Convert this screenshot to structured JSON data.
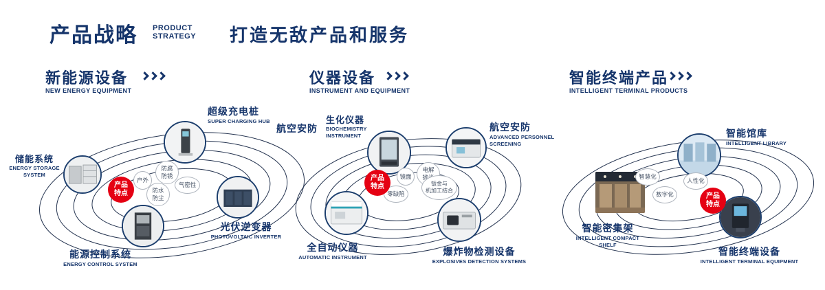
{
  "header": {
    "title": "产品战略",
    "subtitle": "PRODUCT\nSTRATEGY",
    "slogan": "打造无敌产品和服务"
  },
  "sections": {
    "new_energy": {
      "title": "新能源设备",
      "subtitle": "NEW ENERGY EQUIPMENT",
      "badge": "产品\n特点",
      "features": {
        "outdoor": "户外",
        "anti_corrosion": "防腐\n防锈",
        "air_tightness": "气密性",
        "waterproof_dustproof": "防水\n防尘"
      },
      "products": {
        "storage": {
          "name": "储能系统",
          "en": "ENERGY STORAGE\nSYSTEM"
        },
        "charging": {
          "name": "超级充电桩",
          "en": "SUPER CHARGING HUB"
        },
        "inverter": {
          "name": "光伏逆变器",
          "en": "PHOTOVOLTAIC INVERTER"
        },
        "control": {
          "name": "能源控制系统",
          "en": "ENERGY CONTROL SYSTEM"
        }
      }
    },
    "instrument": {
      "title": "仪器设备",
      "subtitle": "INSTRUMENT AND EQUIPMENT",
      "badge": "产品\n特点",
      "features": {
        "mirror": "镜面",
        "electro_polish": "电解\n抛光",
        "zero_defect": "零缺陷",
        "sheet_metal": "钣金与\n机加工结合"
      },
      "products": {
        "aviation_security": {
          "name": "航空安防"
        },
        "biochemistry": {
          "name": "生化仪器",
          "en": "BIOCHEMISTRY\nINSTRUMENT"
        },
        "personnel_screening": {
          "name": "航空安防",
          "en": "ADVANCED PERSONNEL\nSCREENING"
        },
        "automatic": {
          "name": "全自动仪器",
          "en": "AUTOMATIC INSTRUMENT"
        },
        "explosives": {
          "name": "爆炸物检测设备",
          "en": "EXPLOSIVES DETECTION SYSTEMS"
        }
      }
    },
    "terminal": {
      "title": "智能终端产品",
      "subtitle": "INTELLIGENT TERMINAL PRODUCTS",
      "badge": "产品\n特点",
      "features": {
        "smart": "智慧化",
        "humanized": "人性化",
        "digital": "数字化"
      },
      "products": {
        "library": {
          "name": "智能馆库",
          "en": "INTELLIGENT LIBRARY"
        },
        "compact_shelf": {
          "name": "智能密集架",
          "en": "INTELLIGENT COMPACT\nSHELF"
        },
        "terminal_equipment": {
          "name": "智能终端设备",
          "en": "INTELLIGENT TERMINAL EQUIPMENT"
        }
      }
    }
  },
  "colors": {
    "navy": "#16356b",
    "red": "#e50113"
  }
}
